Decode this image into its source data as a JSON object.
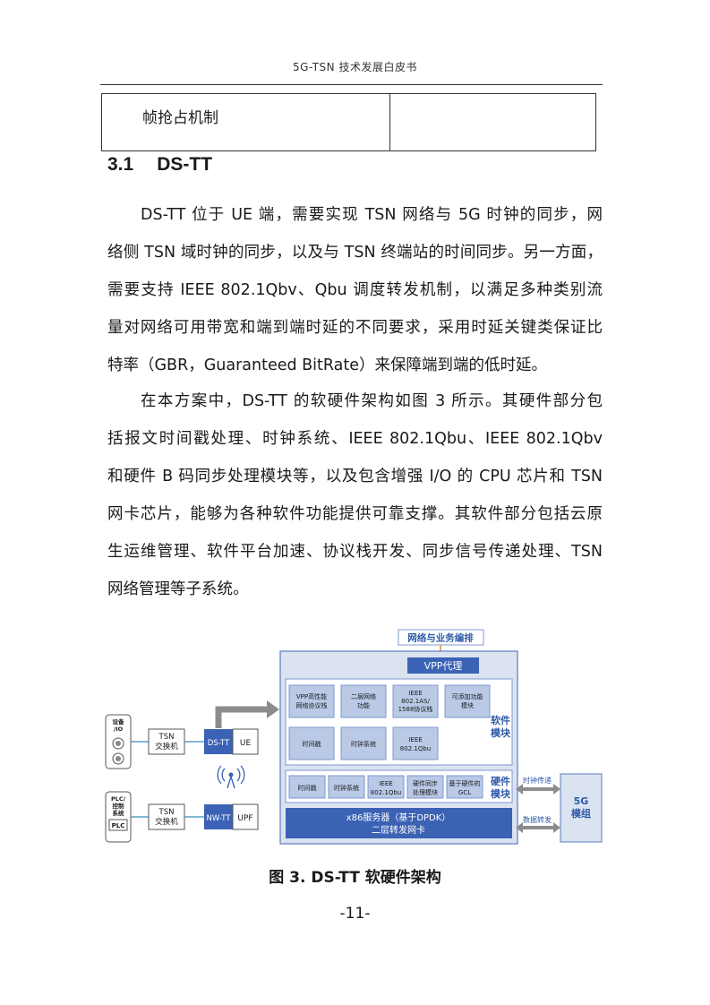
{
  "header": {
    "running_title": "5G-TSN 技术发展白皮书"
  },
  "table_fragment": {
    "cell_1": "帧抢占机制",
    "cell_2": ""
  },
  "section": {
    "number": "3.1",
    "title": "DS-TT"
  },
  "paragraph_1": [
    "DS-TT 位于 UE 端，需要实现 TSN 网络与 5G 时钟的同步，网",
    "络侧 TSN 域时钟的同步，以及与 TSN 终端站的时间同步。另一方面，",
    "需要支持 IEEE 802.1Qbv、Qbu 调度转发机制，以满足多种类别流",
    "量对网络可用带宽和端到端时延的不同要求，采用时延关键类保证比",
    "特率（GBR，Guaranteed BitRate）来保障端到端的低时延。"
  ],
  "paragraph_2": [
    "在本方案中，DS-TT 的软硬件架构如图 3 所示。其硬件部分包",
    "括报文时间戳处理、时钟系统、IEEE 802.1Qbu、IEEE 802.1Qbv",
    "和硬件 B 码同步处理模块等，以及包含增强 I/O 的 CPU 芯片和 TSN",
    "网卡芯片，能够为各种软件功能提供可靠支撑。其软件部分包括云原",
    "生运维管理、软件平台加速、协议栈开发、同步信号传递处理、TSN",
    "网络管理等子系统。"
  ],
  "figure": {
    "top_label": "网络与业务编排",
    "vpp_proxy": "VPP代理",
    "software_modules_row1": [
      "VPP高性能网络协议栈",
      "二层网络功能",
      "IEEE 802.1AS/1588协议栈",
      "可添加功能模块"
    ],
    "software_modules_row2": [
      "时间戳",
      "时钟系统",
      "IEEE 802.1Qbu"
    ],
    "software_label": "软件模块",
    "hardware_modules": [
      "时间戳",
      "时钟系统",
      "IEEE 802.1Qbu",
      "硬件同步处理模块",
      "基于硬件的GCL"
    ],
    "hardware_label": "硬件模块",
    "server_line1": "x86服务器（基于DPDK）",
    "server_line2": "二层转发网卡",
    "clock_transfer": "时钟传递",
    "data_forward": "数据转发",
    "fiveg_module": "5G模组",
    "device_io": "设备/IO",
    "plc_system": "PLC/控制系统",
    "tsn_switch_1": "TSN交换机",
    "tsn_switch_2": "TSN交换机",
    "ds_tt": "DS-TT",
    "ue": "UE",
    "nw_tt": "NW-TT",
    "upf": "UPF",
    "plc_text": "PLC",
    "colors": {
      "outer_bg": "#dbe3f1",
      "outer_border": "#5b7bbf",
      "module_fill": "#b9c9e6",
      "module_border": "#7f98cf",
      "dark_blue": "#3b62b4",
      "label_blue": "#2f5aa8",
      "orange": "#e08a3c",
      "grey_arrow": "#8c8c8c"
    }
  },
  "caption": "图 3. DS-TT 软硬件架构",
  "page_number": "-11-"
}
